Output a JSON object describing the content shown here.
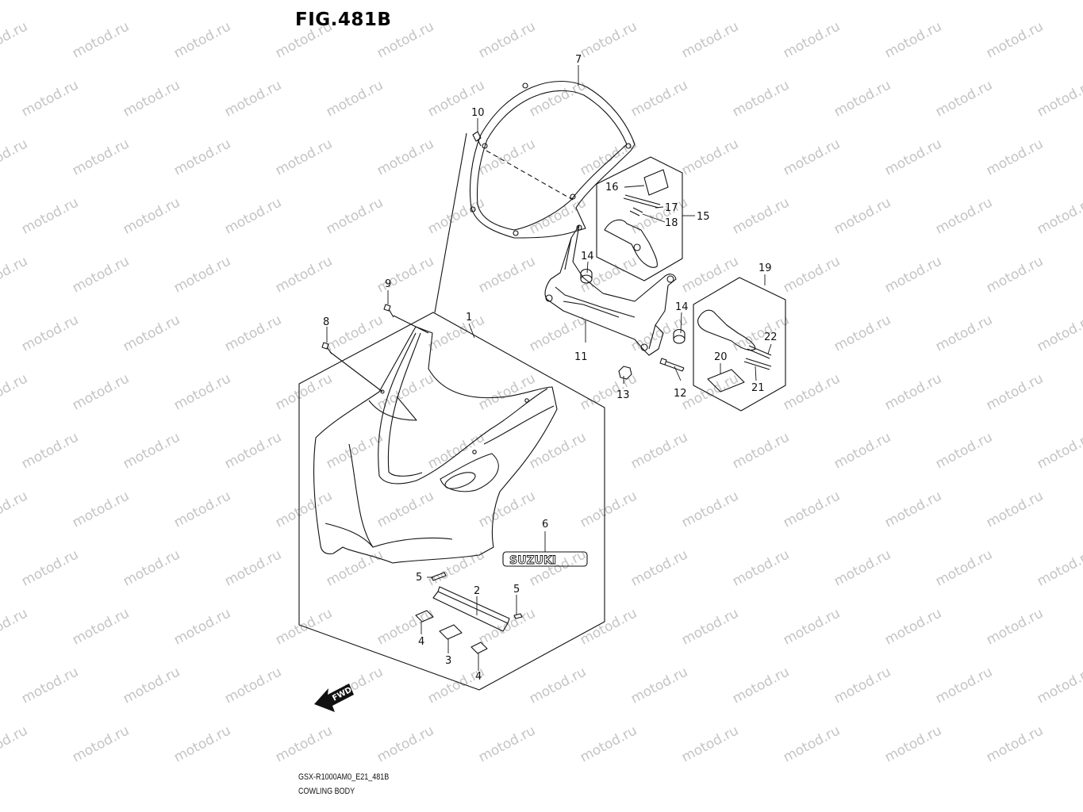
{
  "figure": {
    "title": "FIG.481B",
    "model_code": "GSX-R1000AM0_E21_481B",
    "caption": "COWLING BODY"
  },
  "watermark": "motod.ru",
  "badge_text": "SUZUKI",
  "fwd_text": "FWD",
  "callouts": {
    "c1": "1",
    "c2": "2",
    "c3": "3",
    "c4a": "4",
    "c4b": "4",
    "c5a": "5",
    "c5b": "5",
    "c6": "6",
    "c7": "7",
    "c8": "8",
    "c9": "9",
    "c10": "10",
    "c11": "11",
    "c12": "12",
    "c13": "13",
    "c14a": "14",
    "c14b": "14",
    "c15": "15",
    "c16": "16",
    "c17": "17",
    "c18": "18",
    "c19": "19",
    "c20": "20",
    "c21": "21",
    "c22": "22"
  },
  "colors": {
    "line": "#111111",
    "watermark": "#c4c4c4",
    "background": "#ffffff"
  }
}
